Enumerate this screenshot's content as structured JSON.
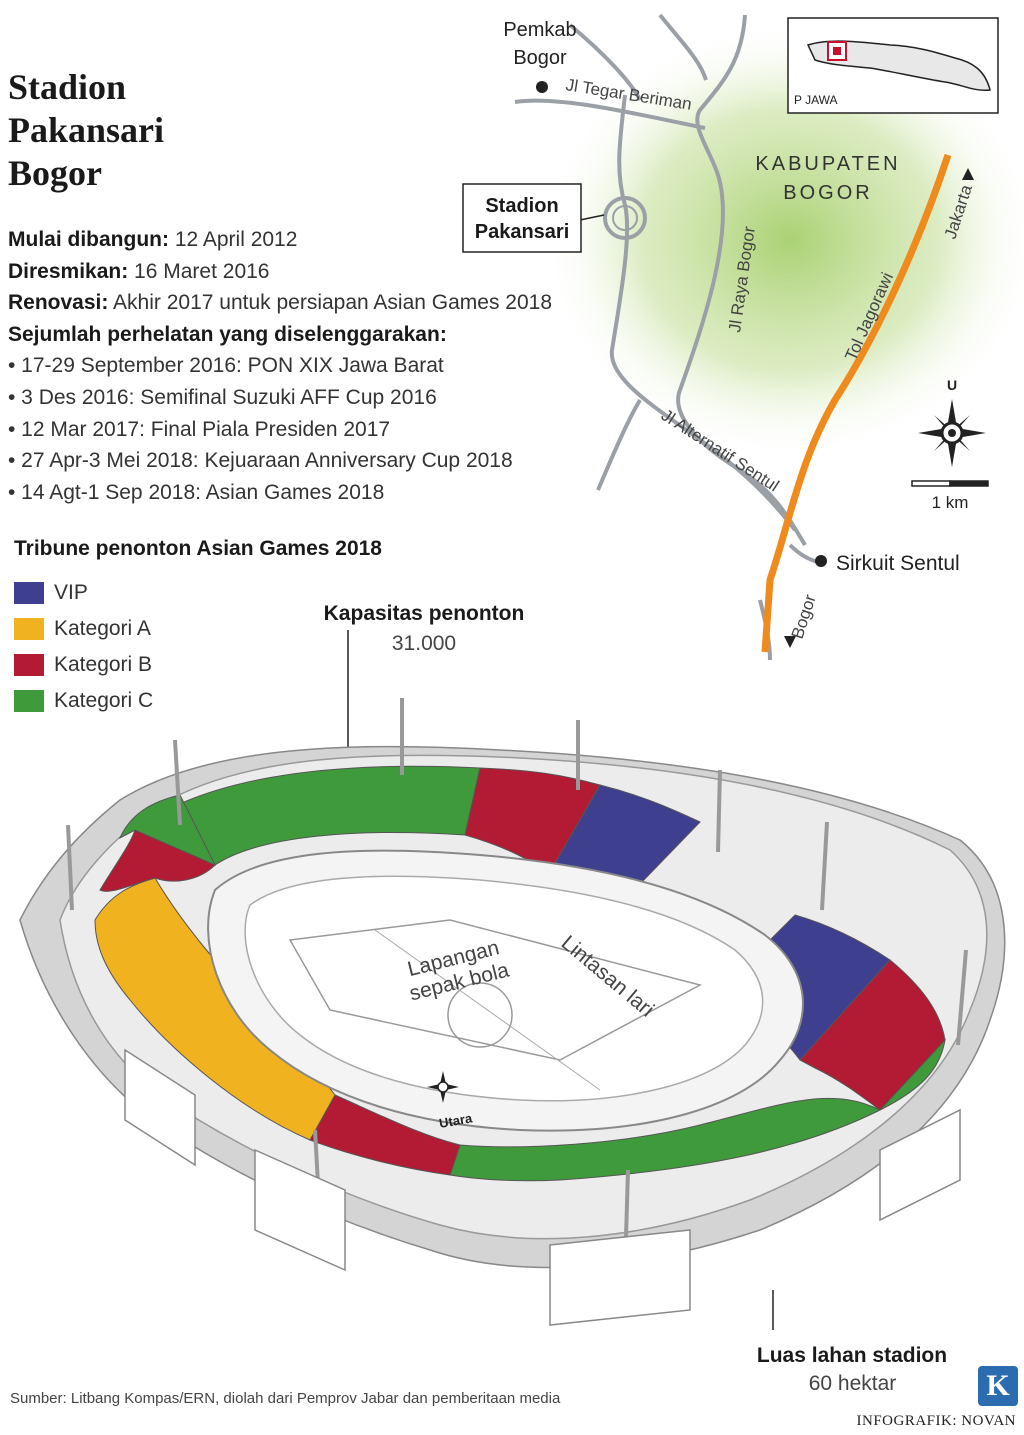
{
  "title": "Stadion\nPakansari\nBogor",
  "facts": {
    "built_label": "Mulai dibangun:",
    "built_value": " 12 April 2012",
    "opened_label": "Diresmikan:",
    "opened_value": " 16 Maret 2016",
    "renovation_label": "Renovasi:",
    "renovation_value": " Akhir 2017 untuk persiapan Asian Games 2018",
    "events_label": "Sejumlah perhelatan yang diselenggarakan:",
    "events": [
      "• 17-29 September 2016: PON XIX Jawa Barat",
      "• 3 Des 2016: Semifinal Suzuki AFF Cup 2016",
      "• 12 Mar 2017: Final Piala Presiden 2017",
      "• 27 Apr-3 Mei 2018: Kejuaraan Anniversary Cup 2018",
      "• 14 Agt-1 Sep 2018: Asian Games 2018"
    ]
  },
  "legend": {
    "title": "Tribune penonton Asian  Games 2018",
    "items": [
      {
        "label": "VIP",
        "color": "#3f3f8f"
      },
      {
        "label": "Kategori A",
        "color": "#f0b21e"
      },
      {
        "label": "Kategori B",
        "color": "#b31b34"
      },
      {
        "label": "Kategori C",
        "color": "#3f9a3c"
      }
    ]
  },
  "map": {
    "pemkab": "Pemkab\nBogor",
    "road_tegar": "Jl Tegar Beriman",
    "stadium_label": "Stadion\nPakansari",
    "kabupaten": "KABUPATEN\nBOGOR",
    "road_raya": "Jl Raya Bogor",
    "road_jagorawi": "Tol Jagorawi",
    "road_sentul": "Jl Alternatif Sentul",
    "jakarta": "Jakarta",
    "bogor": "Bogor",
    "sirkuit": "Sirkuit Sentul",
    "north": "U",
    "scale": "1 km",
    "inset_label": "P JAWA",
    "road_color": "#9aa0a6",
    "toll_color": "#ef8a1c",
    "green_color": "#b9d98a"
  },
  "stadium": {
    "capacity_label": "Kapasitas penonton",
    "capacity_value": "31.000",
    "field_label": "Lapangan\nsepak bola",
    "track_label": "Lintasan lari",
    "north_label": "Utara",
    "area_label": "Luas lahan stadion",
    "area_value": "60 hektar"
  },
  "source": "Sumber: Litbang Kompas/ERN, diolah dari Pemprov Jabar dan pemberitaan media",
  "credit": "INFOGRAFIK: NOVAN",
  "logo": "K"
}
